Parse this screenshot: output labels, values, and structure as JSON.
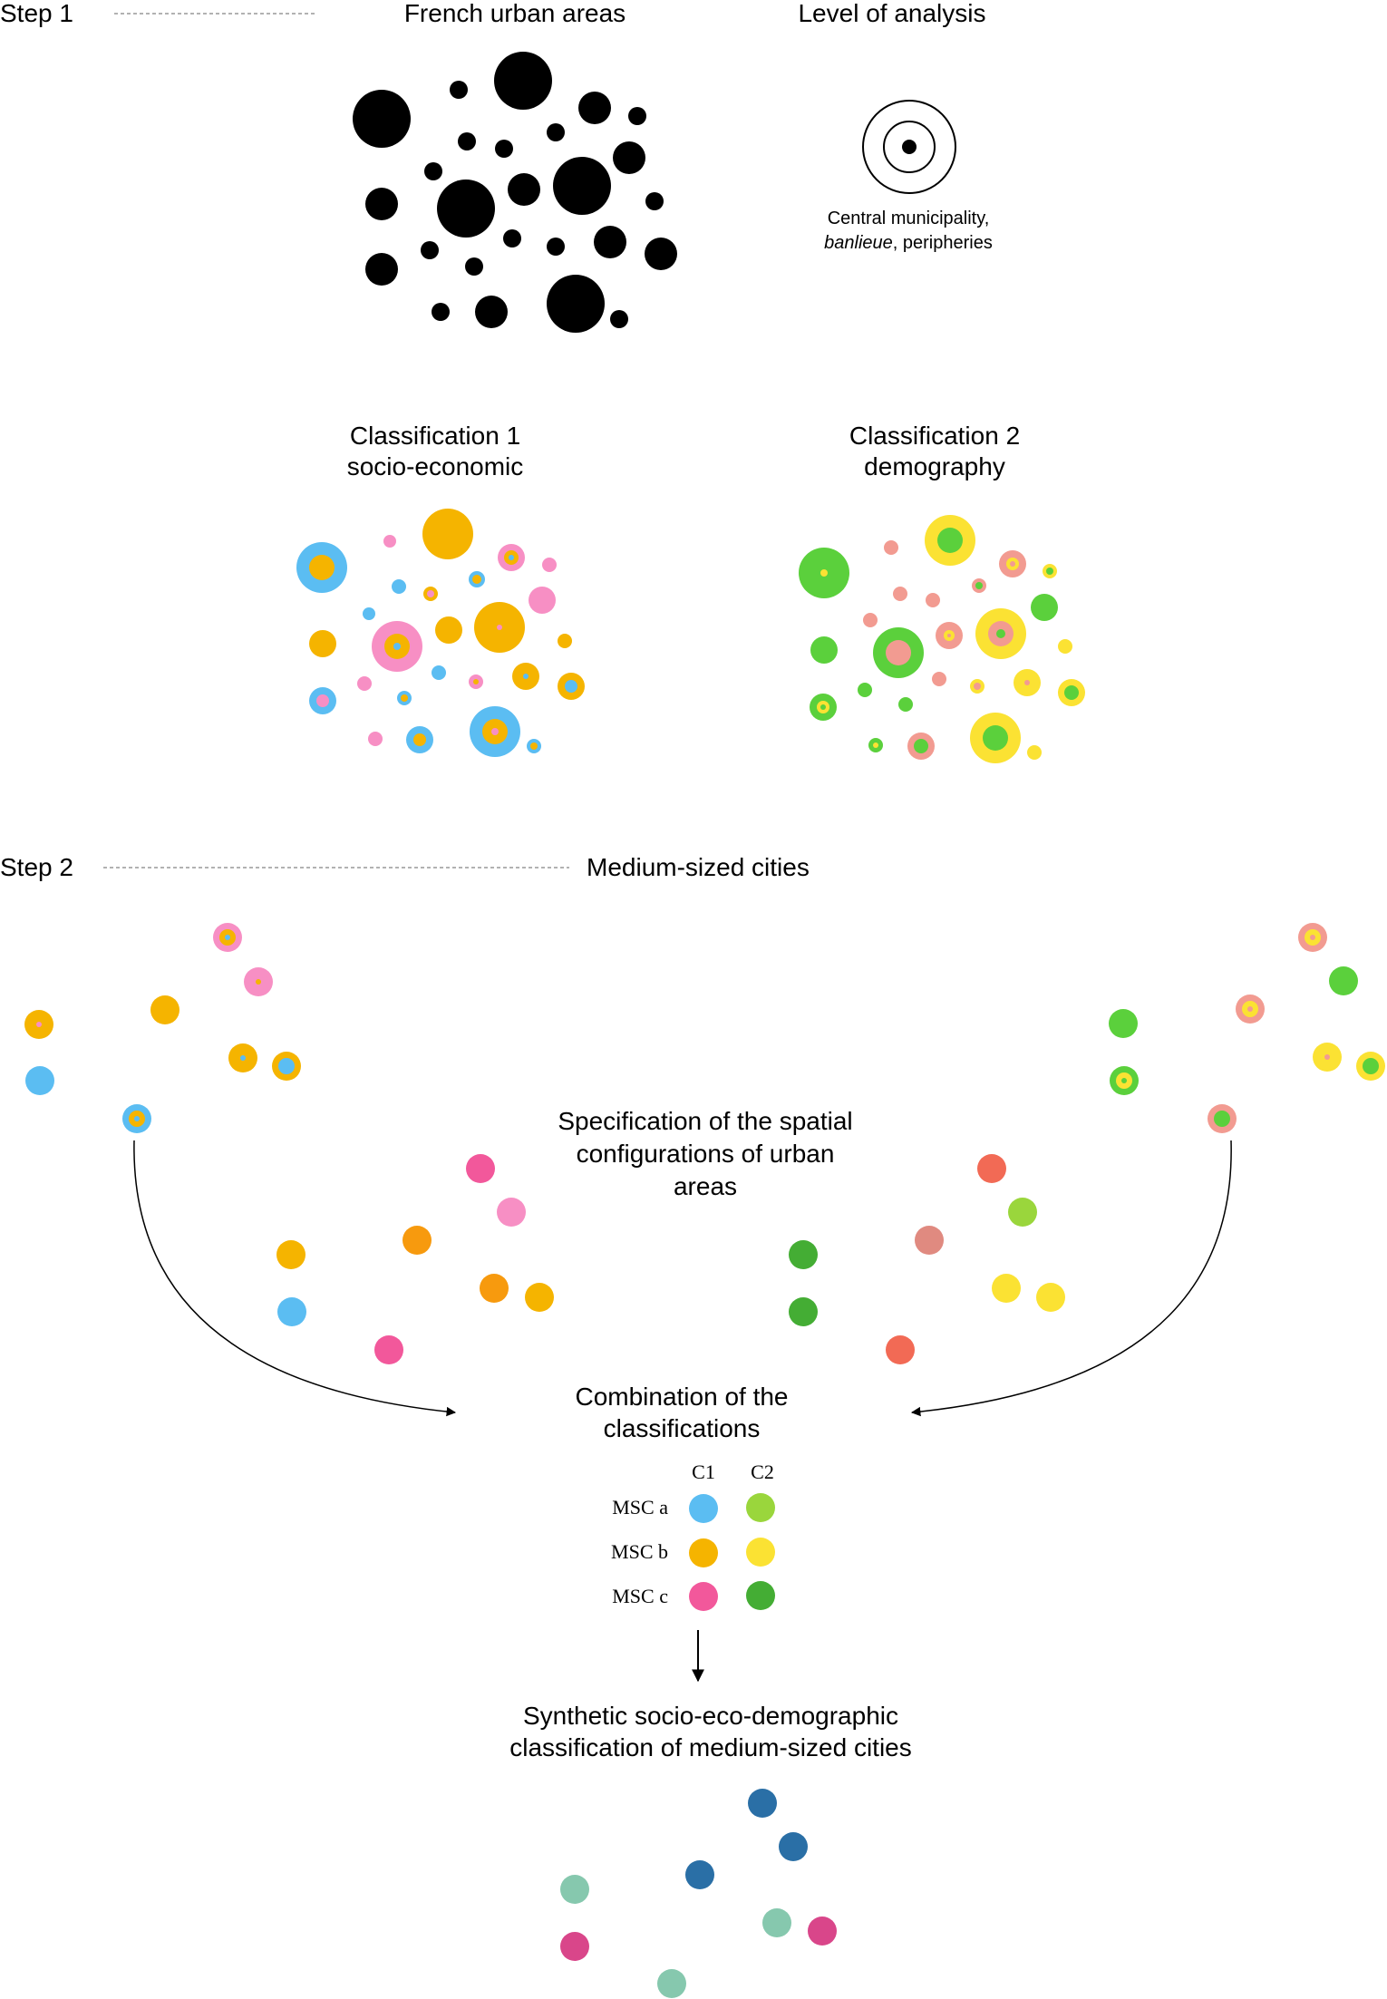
{
  "step1": {
    "step_label": "Step 1",
    "urban_title": "French urban areas",
    "level_title": "Level of analysis",
    "level_caption_line1": "Central municipality,",
    "level_caption_italic": "banlieue",
    "level_caption_rest": ", peripheries",
    "class1_title_line1": "Classification 1",
    "class1_title_line2": "socio-economic",
    "class2_title_line1": "Classification 2",
    "class2_title_line2": "demography"
  },
  "step2": {
    "step_label": "Step 2",
    "section_title": "Medium-sized cities",
    "spec_line1": "Specification of the spatial",
    "spec_line2": "configurations of urban",
    "spec_line3": "areas",
    "combo_line1": "Combination of the",
    "combo_line2": "classifications",
    "synthetic_line1": "Synthetic socio-eco-demographic",
    "synthetic_line2": "classification of medium-sized cities"
  },
  "legend": {
    "col1": "C1",
    "col2": "C2",
    "rows": [
      {
        "label": "MSC a",
        "c1_color": "#5bbdf2",
        "c2_color": "#9ad63c"
      },
      {
        "label": "MSC b",
        "c1_color": "#f5b400",
        "c2_color": "#fbe233"
      },
      {
        "label": "MSC c",
        "c1_color": "#f2589b",
        "c2_color": "#44ad34"
      }
    ]
  },
  "colors": {
    "blue": "#5bbdf2",
    "orange": "#f5b400",
    "pink": "#f78fc4",
    "green": "#5bd03c",
    "yellow": "#fbe233",
    "salmon": "#f29b91",
    "dark_blue": "#2a6fa6",
    "teal": "#86c8ae",
    "magenta": "#d9468a"
  }
}
